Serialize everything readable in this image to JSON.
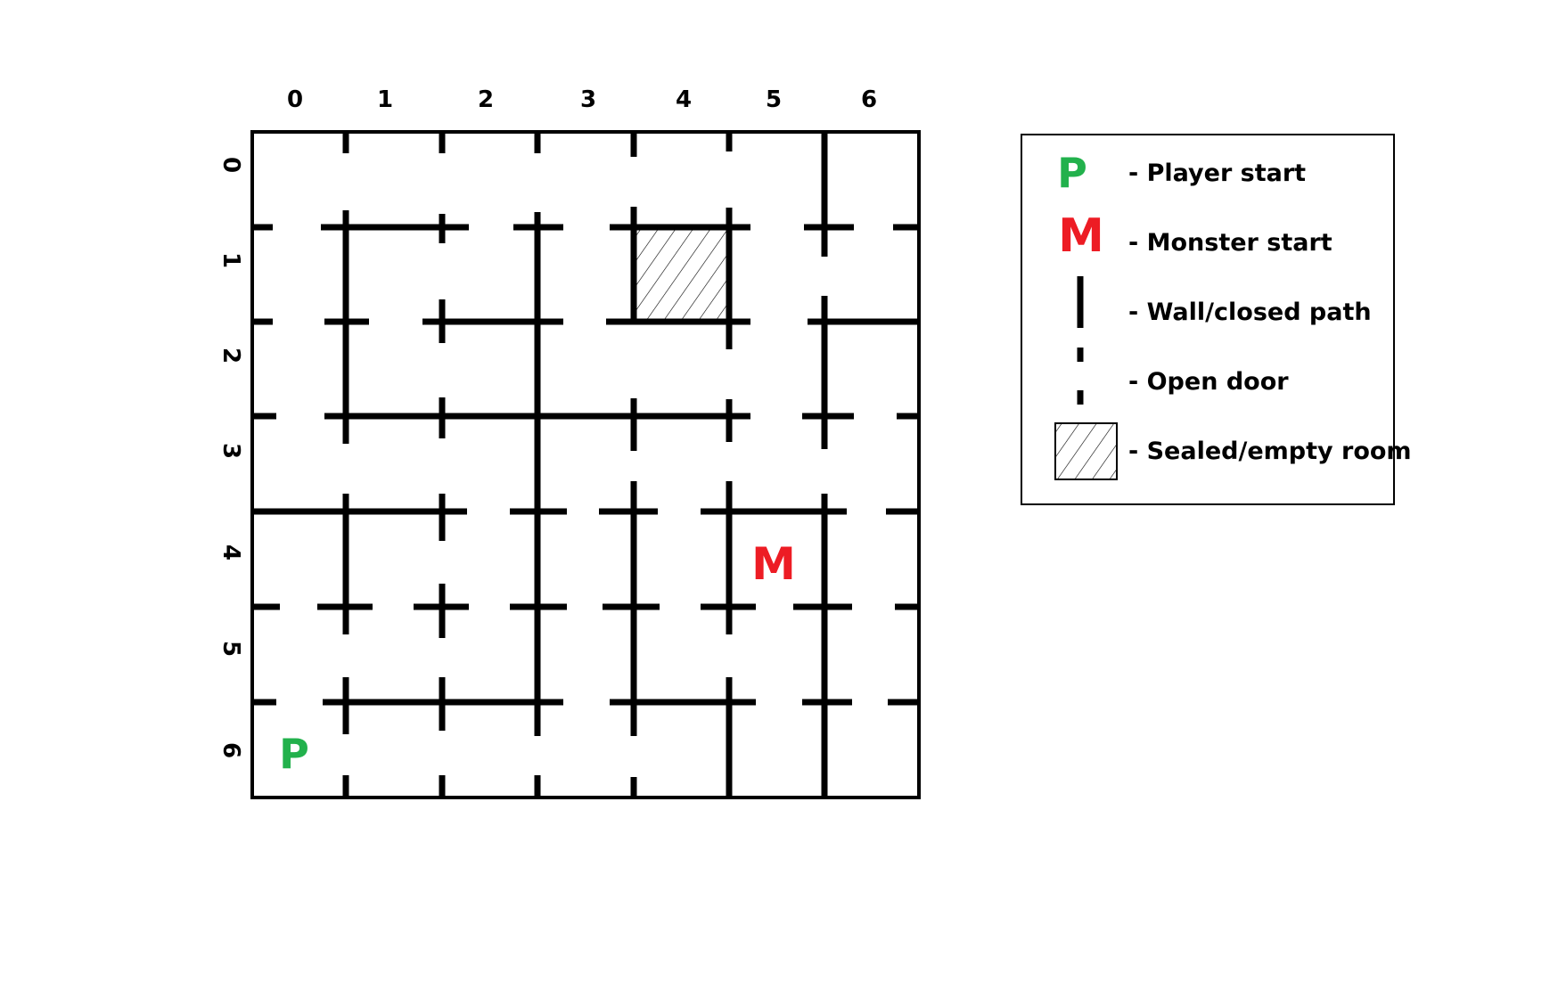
{
  "maze": {
    "columns": [
      "0",
      "1",
      "2",
      "3",
      "4",
      "5",
      "6"
    ],
    "rows": [
      "0",
      "1",
      "2",
      "3",
      "4",
      "5",
      "6"
    ],
    "player": {
      "label": "P",
      "row": 6,
      "col": 0,
      "color": "#22b14c"
    },
    "monster": {
      "label": "M",
      "row": 4,
      "col": 5,
      "color": "#ed1c24"
    },
    "sealed_rooms": [
      {
        "row": 1,
        "col": 4
      }
    ]
  },
  "legend": {
    "player_symbol": "P",
    "player_label": "- Player start",
    "monster_symbol": "M",
    "monster_label": "- Monster start",
    "wall_label": "- Wall/closed path",
    "door_label": "- Open door",
    "sealed_label": "- Sealed/empty room"
  },
  "colors": {
    "player": "#22b14c",
    "monster": "#ed1c24",
    "wall": "#000000",
    "background": "#ffffff"
  }
}
